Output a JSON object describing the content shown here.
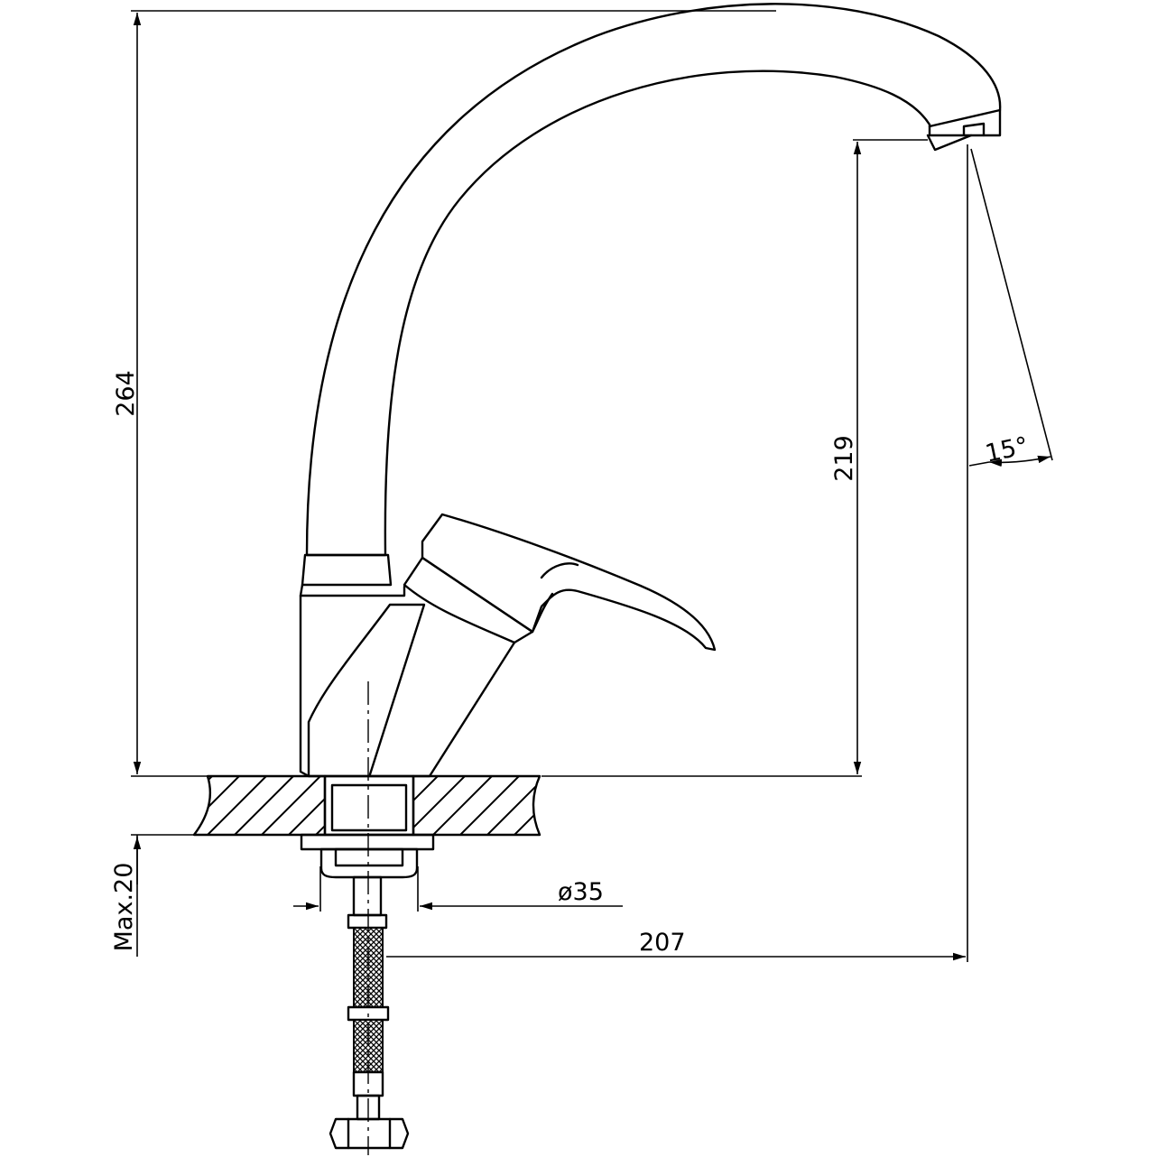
{
  "drawing": {
    "dimensions": {
      "total_height": "264",
      "spout_height": "219",
      "reach": "207",
      "hole_diameter": "ø35",
      "max_counter_thickness": "Max.20",
      "spout_swivel_angle": "15°"
    },
    "colors": {
      "line": "#000000",
      "background": "#ffffff"
    }
  }
}
